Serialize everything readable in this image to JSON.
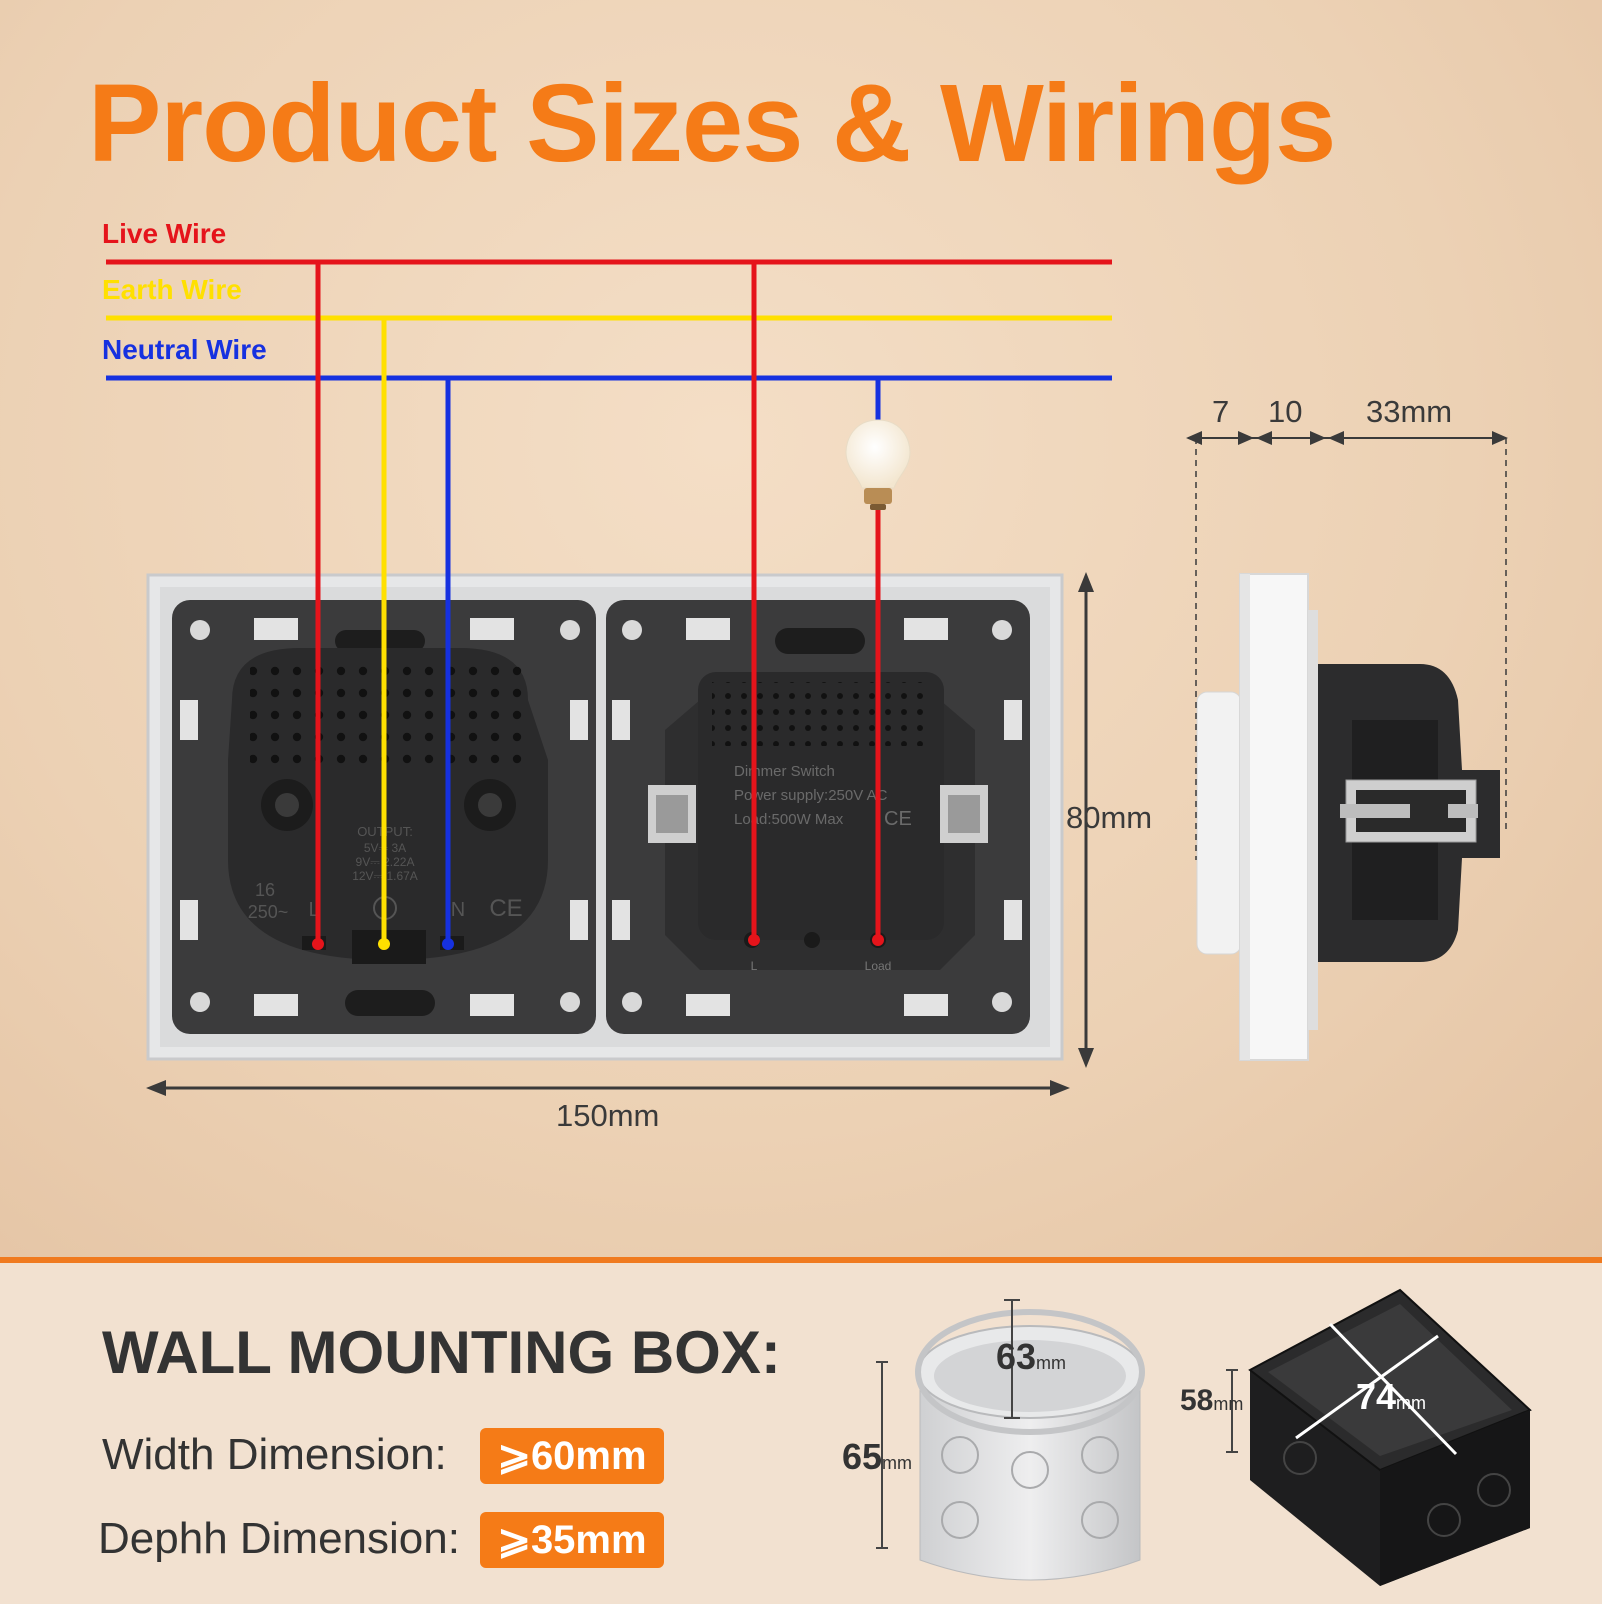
{
  "title": "Product Sizes & Wirings",
  "wires": {
    "live": {
      "label": "Live Wire",
      "color": "#e5141b"
    },
    "earth": {
      "label": "Earth Wire",
      "color": "#ffe000"
    },
    "neutral": {
      "label": "Neutral Wire",
      "color": "#1631e0"
    }
  },
  "socket_label": {
    "output_title": "OUTPUT:",
    "output_lines": [
      "5V⎓ 3A",
      "9V⎓ 2.22A",
      "12V⎓ 1.67A"
    ],
    "rating_top": "16",
    "rating_bottom": "250~",
    "term_l": "L",
    "term_n": "N",
    "ce": "CE"
  },
  "dimmer_label": {
    "line1": "Dimmer Switch",
    "line2": "Power supply:250V AC",
    "line3": "Load:500W Max",
    "term_l": "L",
    "term_load": "Load",
    "ce": "CE"
  },
  "dimensions": {
    "width": "150mm",
    "height": "80mm",
    "depth_a": "7",
    "depth_b": "10",
    "depth_c": "33mm"
  },
  "wall_box": {
    "title": "WALL MOUNTING BOX:",
    "width_label": "Width Dimension:",
    "width_value": "⩾60mm",
    "depth_label": "Dephh Dimension:",
    "depth_value": "⩾35mm",
    "round_diameter": "63",
    "round_height": "65",
    "square_width": "74",
    "square_height": "58",
    "unit": "mm"
  },
  "colors": {
    "accent": "#f57b17",
    "plate": "#3a3a3a"
  }
}
